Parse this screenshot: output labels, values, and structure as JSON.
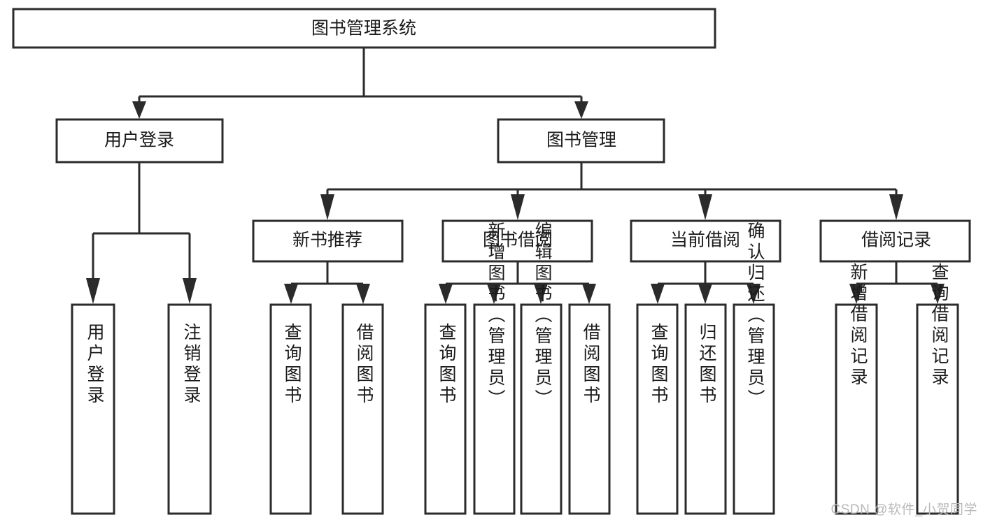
{
  "diagram": {
    "type": "tree-hierarchy-function-decomposition",
    "title": "图书管理系统",
    "watermark": "CSDN @软件_小贺同学",
    "colors": {
      "stroke": "#2b2b2b",
      "fill": "#ffffff",
      "text": "#1a1a1a",
      "watermark": "#b9b9b9"
    },
    "levels": {
      "level1": [
        {
          "id": "root",
          "label": "图书管理系统",
          "orientation": "horizontal"
        }
      ],
      "level2": [
        {
          "id": "user-login",
          "label": "用户登录",
          "orientation": "horizontal",
          "parent": "root"
        },
        {
          "id": "book-management",
          "label": "图书管理",
          "orientation": "horizontal",
          "parent": "root"
        }
      ],
      "level3": [
        {
          "id": "new-book-recommend",
          "label": "新书推荐",
          "orientation": "horizontal",
          "parent": "book-management"
        },
        {
          "id": "book-borrow",
          "label": "图书借阅",
          "orientation": "horizontal",
          "parent": "book-management"
        },
        {
          "id": "current-borrow",
          "label": "当前借阅",
          "orientation": "horizontal",
          "parent": "book-management"
        },
        {
          "id": "borrow-record",
          "label": "借阅记录",
          "orientation": "horizontal",
          "parent": "book-management"
        }
      ],
      "level4": [
        {
          "id": "leaf-user-login",
          "label": "用户登录",
          "orientation": "vertical",
          "parent": "user-login"
        },
        {
          "id": "leaf-logout",
          "label": "注销登录",
          "orientation": "vertical",
          "parent": "user-login"
        },
        {
          "id": "leaf-query-book-1",
          "label": "查询图书",
          "orientation": "vertical",
          "parent": "new-book-recommend"
        },
        {
          "id": "leaf-borrow-book-1",
          "label": "借阅图书",
          "orientation": "vertical",
          "parent": "new-book-recommend"
        },
        {
          "id": "leaf-query-book-2",
          "label": "查询图书",
          "orientation": "vertical",
          "parent": "book-borrow"
        },
        {
          "id": "leaf-add-book",
          "label": "新增图书（管理员）",
          "orientation": "vertical",
          "parent": "book-borrow"
        },
        {
          "id": "leaf-edit-book",
          "label": "编辑图书（管理员）",
          "orientation": "vertical",
          "parent": "book-borrow"
        },
        {
          "id": "leaf-borrow-book-2",
          "label": "借阅图书",
          "orientation": "vertical",
          "parent": "book-borrow"
        },
        {
          "id": "leaf-query-book-3",
          "label": "查询图书",
          "orientation": "vertical",
          "parent": "current-borrow"
        },
        {
          "id": "leaf-return-book",
          "label": "归还图书",
          "orientation": "vertical",
          "parent": "current-borrow"
        },
        {
          "id": "leaf-confirm-return",
          "label": "确认归还（管理员）",
          "orientation": "vertical",
          "parent": "current-borrow"
        },
        {
          "id": "leaf-add-record",
          "label": "新增借阅记录",
          "orientation": "vertical",
          "parent": "borrow-record"
        },
        {
          "id": "leaf-query-record",
          "label": "查询借阅记录",
          "orientation": "vertical",
          "parent": "borrow-record"
        }
      ]
    }
  }
}
